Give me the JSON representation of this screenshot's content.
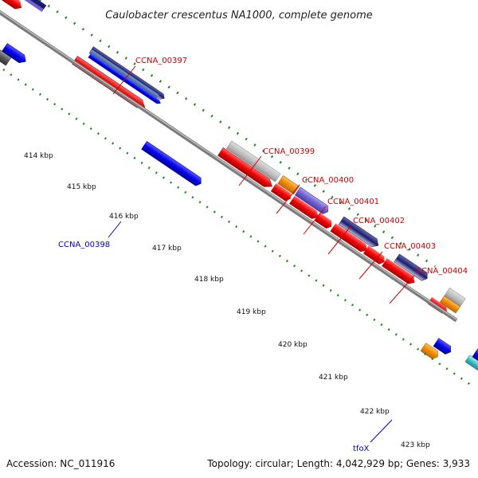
{
  "title": "Caulobacter crescentus NA1000, complete genome",
  "footer": {
    "accession": "Accession: NC_011916",
    "topology": "Topology: circular; Length: 4,042,929 bp; Genes: 3,933"
  },
  "gene_labels": [
    {
      "text": "CCNA_00397",
      "color": "#cc0000"
    },
    {
      "text": "CCNA_00398",
      "color": "#0000cc"
    },
    {
      "text": "CCNA_00399",
      "color": "#cc0000"
    },
    {
      "text": "CCNA_00400",
      "color": "#cc0000"
    },
    {
      "text": "CCNA_00401",
      "color": "#cc0000"
    },
    {
      "text": "CCNA_00402",
      "color": "#cc0000"
    },
    {
      "text": "CCNA_00403",
      "color": "#cc0000"
    },
    {
      "text": "CCNA_00404",
      "color": "#cc0000"
    },
    {
      "text": "tfoX",
      "color": "#0000cc"
    }
  ],
  "kbp_ticks": [
    "414 kbp",
    "415 kbp",
    "416 kbp",
    "417 kbp",
    "418 kbp",
    "419 kbp",
    "420 kbp",
    "421 kbp",
    "422 kbp",
    "423 kbp"
  ]
}
